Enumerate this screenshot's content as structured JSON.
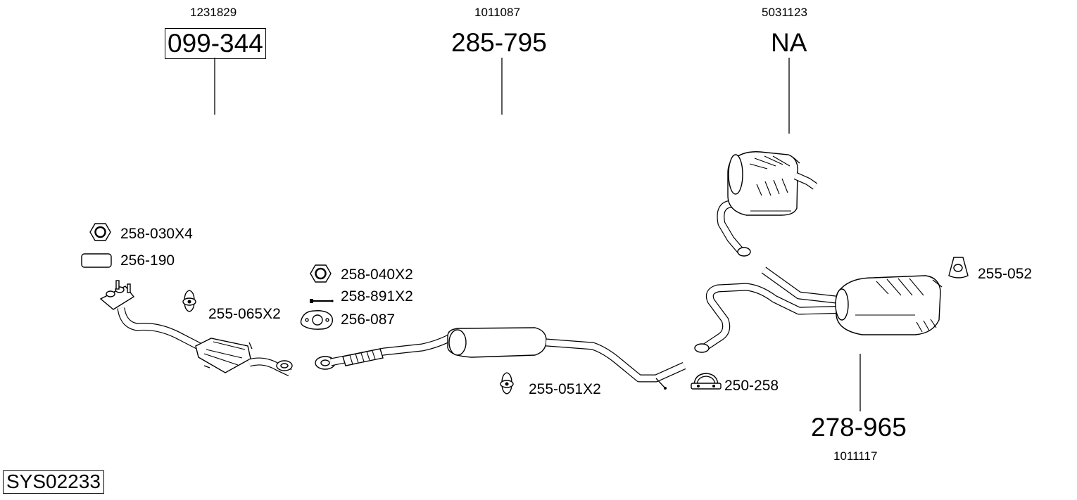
{
  "diagram_id": "SYS02233",
  "main_parts": [
    {
      "number": "099-344",
      "oem": "1231829",
      "boxed": true
    },
    {
      "number": "285-795",
      "oem": "1011087",
      "boxed": false
    },
    {
      "number": "NA",
      "oem": "5031123",
      "boxed": false
    },
    {
      "number": "278-965",
      "oem": "1011117",
      "boxed": false
    }
  ],
  "accessories": [
    {
      "label": "258-030X4",
      "icon": "hex-nut-icon"
    },
    {
      "label": "256-190",
      "icon": "gasket-strip-icon"
    },
    {
      "label": "255-065X2",
      "icon": "rubber-hanger-icon"
    },
    {
      "label": "258-040X2",
      "icon": "hex-nut-icon"
    },
    {
      "label": "258-891X2",
      "icon": "bolt-icon"
    },
    {
      "label": "256-087",
      "icon": "flange-gasket-icon"
    },
    {
      "label": "255-051X2",
      "icon": "rubber-hanger-icon"
    },
    {
      "label": "250-258",
      "icon": "pipe-clamp-icon"
    },
    {
      "label": "255-052",
      "icon": "rubber-mount-icon"
    }
  ]
}
